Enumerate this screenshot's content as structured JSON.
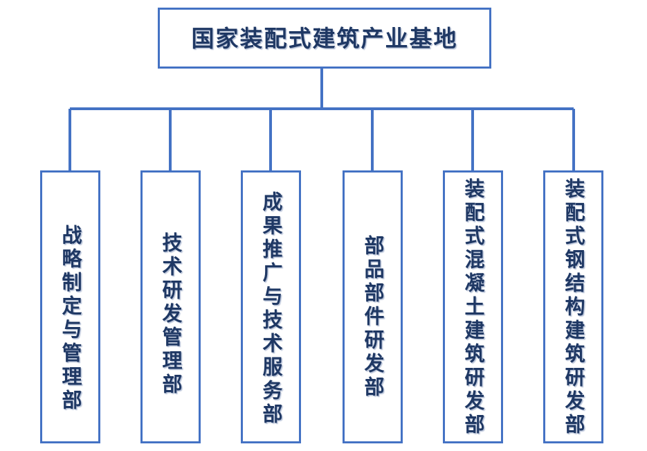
{
  "diagram": {
    "type": "organization-chart",
    "orientation": "top-down",
    "accent_color": "#4472C4",
    "text_color": "#1F3864",
    "background_color": "#FFFFFF",
    "root": {
      "label": "国家装配式建筑产业基地",
      "text_direction": "horizontal"
    },
    "children": [
      {
        "label": "战略制定与管理部",
        "text_direction": "vertical"
      },
      {
        "label": "技术研发管理部",
        "text_direction": "vertical"
      },
      {
        "label": "成果推广与技术服务部",
        "text_direction": "vertical"
      },
      {
        "label": "部品部件研发部",
        "text_direction": "vertical"
      },
      {
        "label": "装配式混凝土建筑研发部",
        "text_direction": "vertical"
      },
      {
        "label": "装配式钢结构建筑研发部",
        "text_direction": "vertical"
      }
    ]
  }
}
